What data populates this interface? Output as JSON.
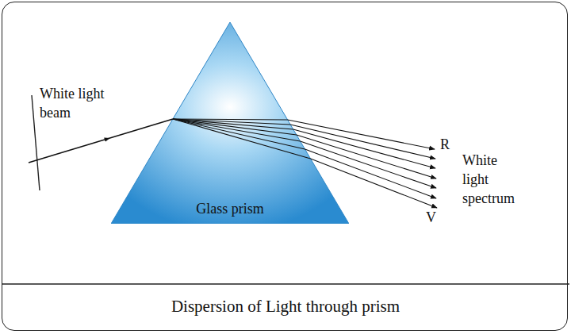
{
  "diagram": {
    "caption": "Dispersion of Light through prism",
    "nodes": [
      {
        "text": [
          "Glass prism"
        ]
      }
    ],
    "labels": [
      "White light beam",
      "R",
      "White light spectrum",
      "V"
    ]
  }
}
